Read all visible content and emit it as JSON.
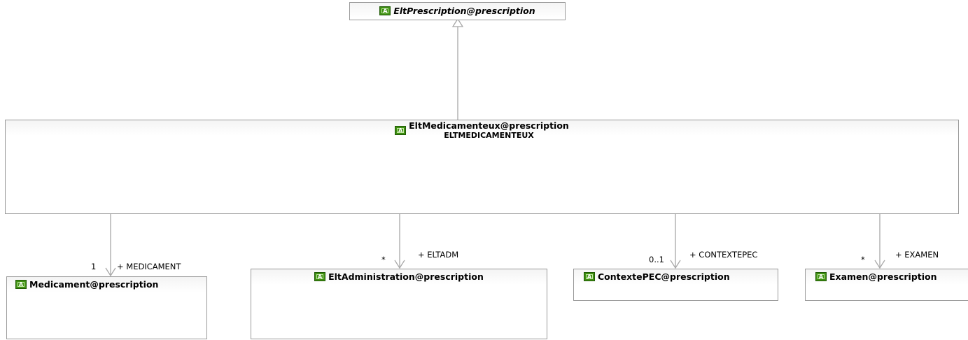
{
  "parent": {
    "name": "EltPrescription@prescription",
    "badge": "A"
  },
  "main": {
    "name": "EltMedicamenteux@prescription",
    "subtitle": "ELTMEDICAMENTEUX",
    "badge": "A"
  },
  "children": [
    {
      "name": "Medicament@prescription",
      "badge": "A",
      "role": "+ MEDICAMENT",
      "multiplicity": "1"
    },
    {
      "name": "EltAdministration@prescription",
      "badge": "A",
      "role": "+ ELTADM",
      "multiplicity": "*"
    },
    {
      "name": "ContextePEC@prescription",
      "badge": "A",
      "role": "+ CONTEXTEPEC",
      "multiplicity": "0..1"
    },
    {
      "name": "Examen@prescription",
      "badge": "A",
      "role": "+ EXAMEN",
      "multiplicity": "*"
    }
  ]
}
